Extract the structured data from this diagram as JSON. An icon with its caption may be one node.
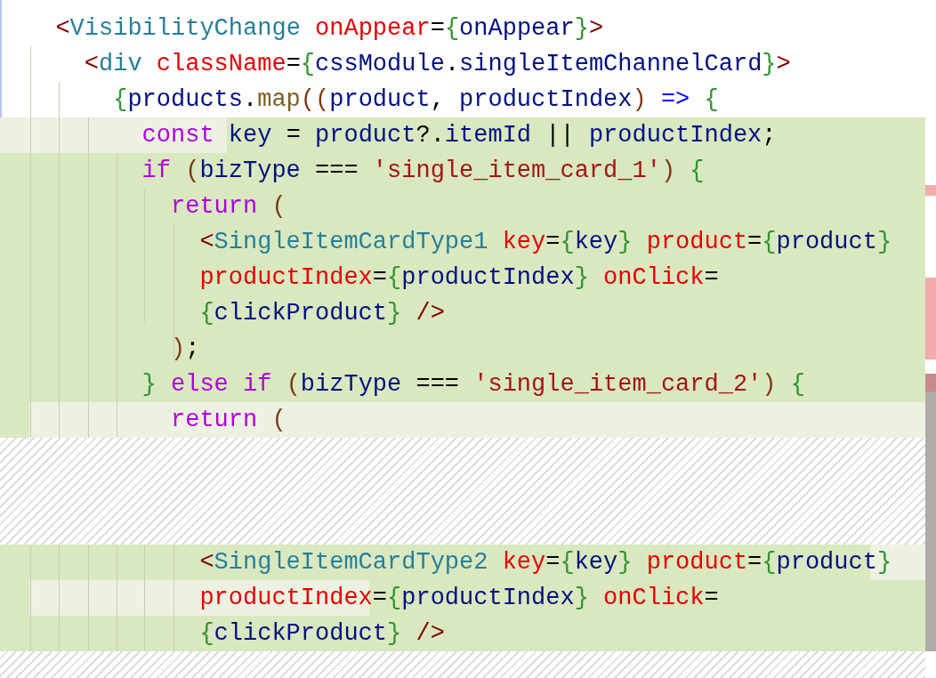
{
  "diagram": {
    "labels": [
      "<VisibilityChange onAppear={onAppear}>",
      "<div className={cssModule.singleItemChannelCard}>",
      "{products.map((product, productIndex) => {",
      "const key = product?.itemId || productIndex;",
      "if (bizType === 'single_item_card_1') {",
      "return (",
      "<SingleItemCardType1 key={key} product={product}",
      "productIndex={productIndex} onClick=",
      "{clickProduct} />",
      ");",
      "} else if (bizType === 'single_item_card_2') {",
      "return (",
      "<SingleItemCardType2 key={key} product={product}",
      "productIndex={productIndex} onClick=",
      "{clickProduct} />"
    ]
  }
}
